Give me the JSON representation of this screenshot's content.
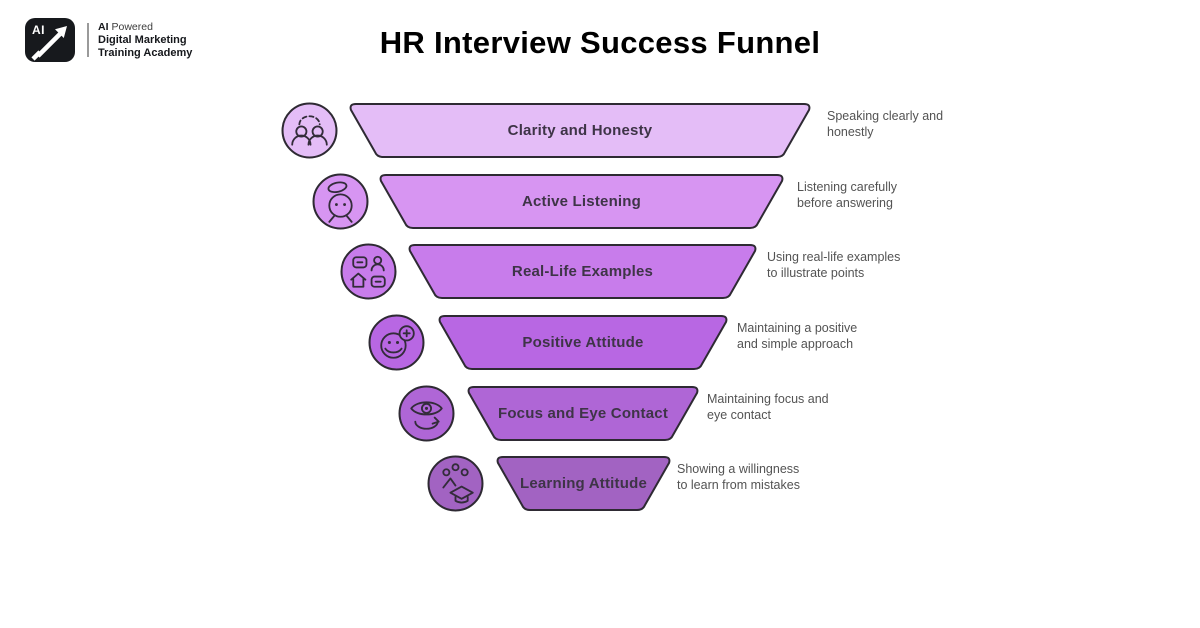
{
  "logo": {
    "mark_text": "AI",
    "line1_bold": "AI",
    "line1_rest": "Powered",
    "line2": "Digital Marketing",
    "line3": "Training Academy"
  },
  "title": "HR Interview Success Funnel",
  "funnel": {
    "outline_color": "#2e2a33",
    "label_color": "#3e3447",
    "desc_color": "#535353",
    "items": [
      {
        "label": "Clarity and Honesty",
        "desc": "Speaking clearly and\nhonestly",
        "color": "#e4bdf7",
        "icon": "team-discussion-icon"
      },
      {
        "label": "Active Listening",
        "desc": "Listening carefully\nbefore answering",
        "color": "#d795f2",
        "icon": "listening-person-icon"
      },
      {
        "label": "Real-Life Examples",
        "desc": "Using real-life examples\nto illustrate points",
        "color": "#c87ceb",
        "icon": "examples-chat-icon"
      },
      {
        "label": "Positive Attitude",
        "desc": "Maintaining a positive\nand simple approach",
        "color": "#b867e3",
        "icon": "positive-smiley-icon"
      },
      {
        "label": "Focus and Eye Contact",
        "desc": "Maintaining focus and\neye contact",
        "color": "#af66d6",
        "icon": "eye-focus-icon"
      },
      {
        "label": "Learning Attitude",
        "desc": "Showing a willingness\nto learn from mistakes",
        "color": "#a263c2",
        "icon": "learning-cap-icon"
      }
    ]
  }
}
